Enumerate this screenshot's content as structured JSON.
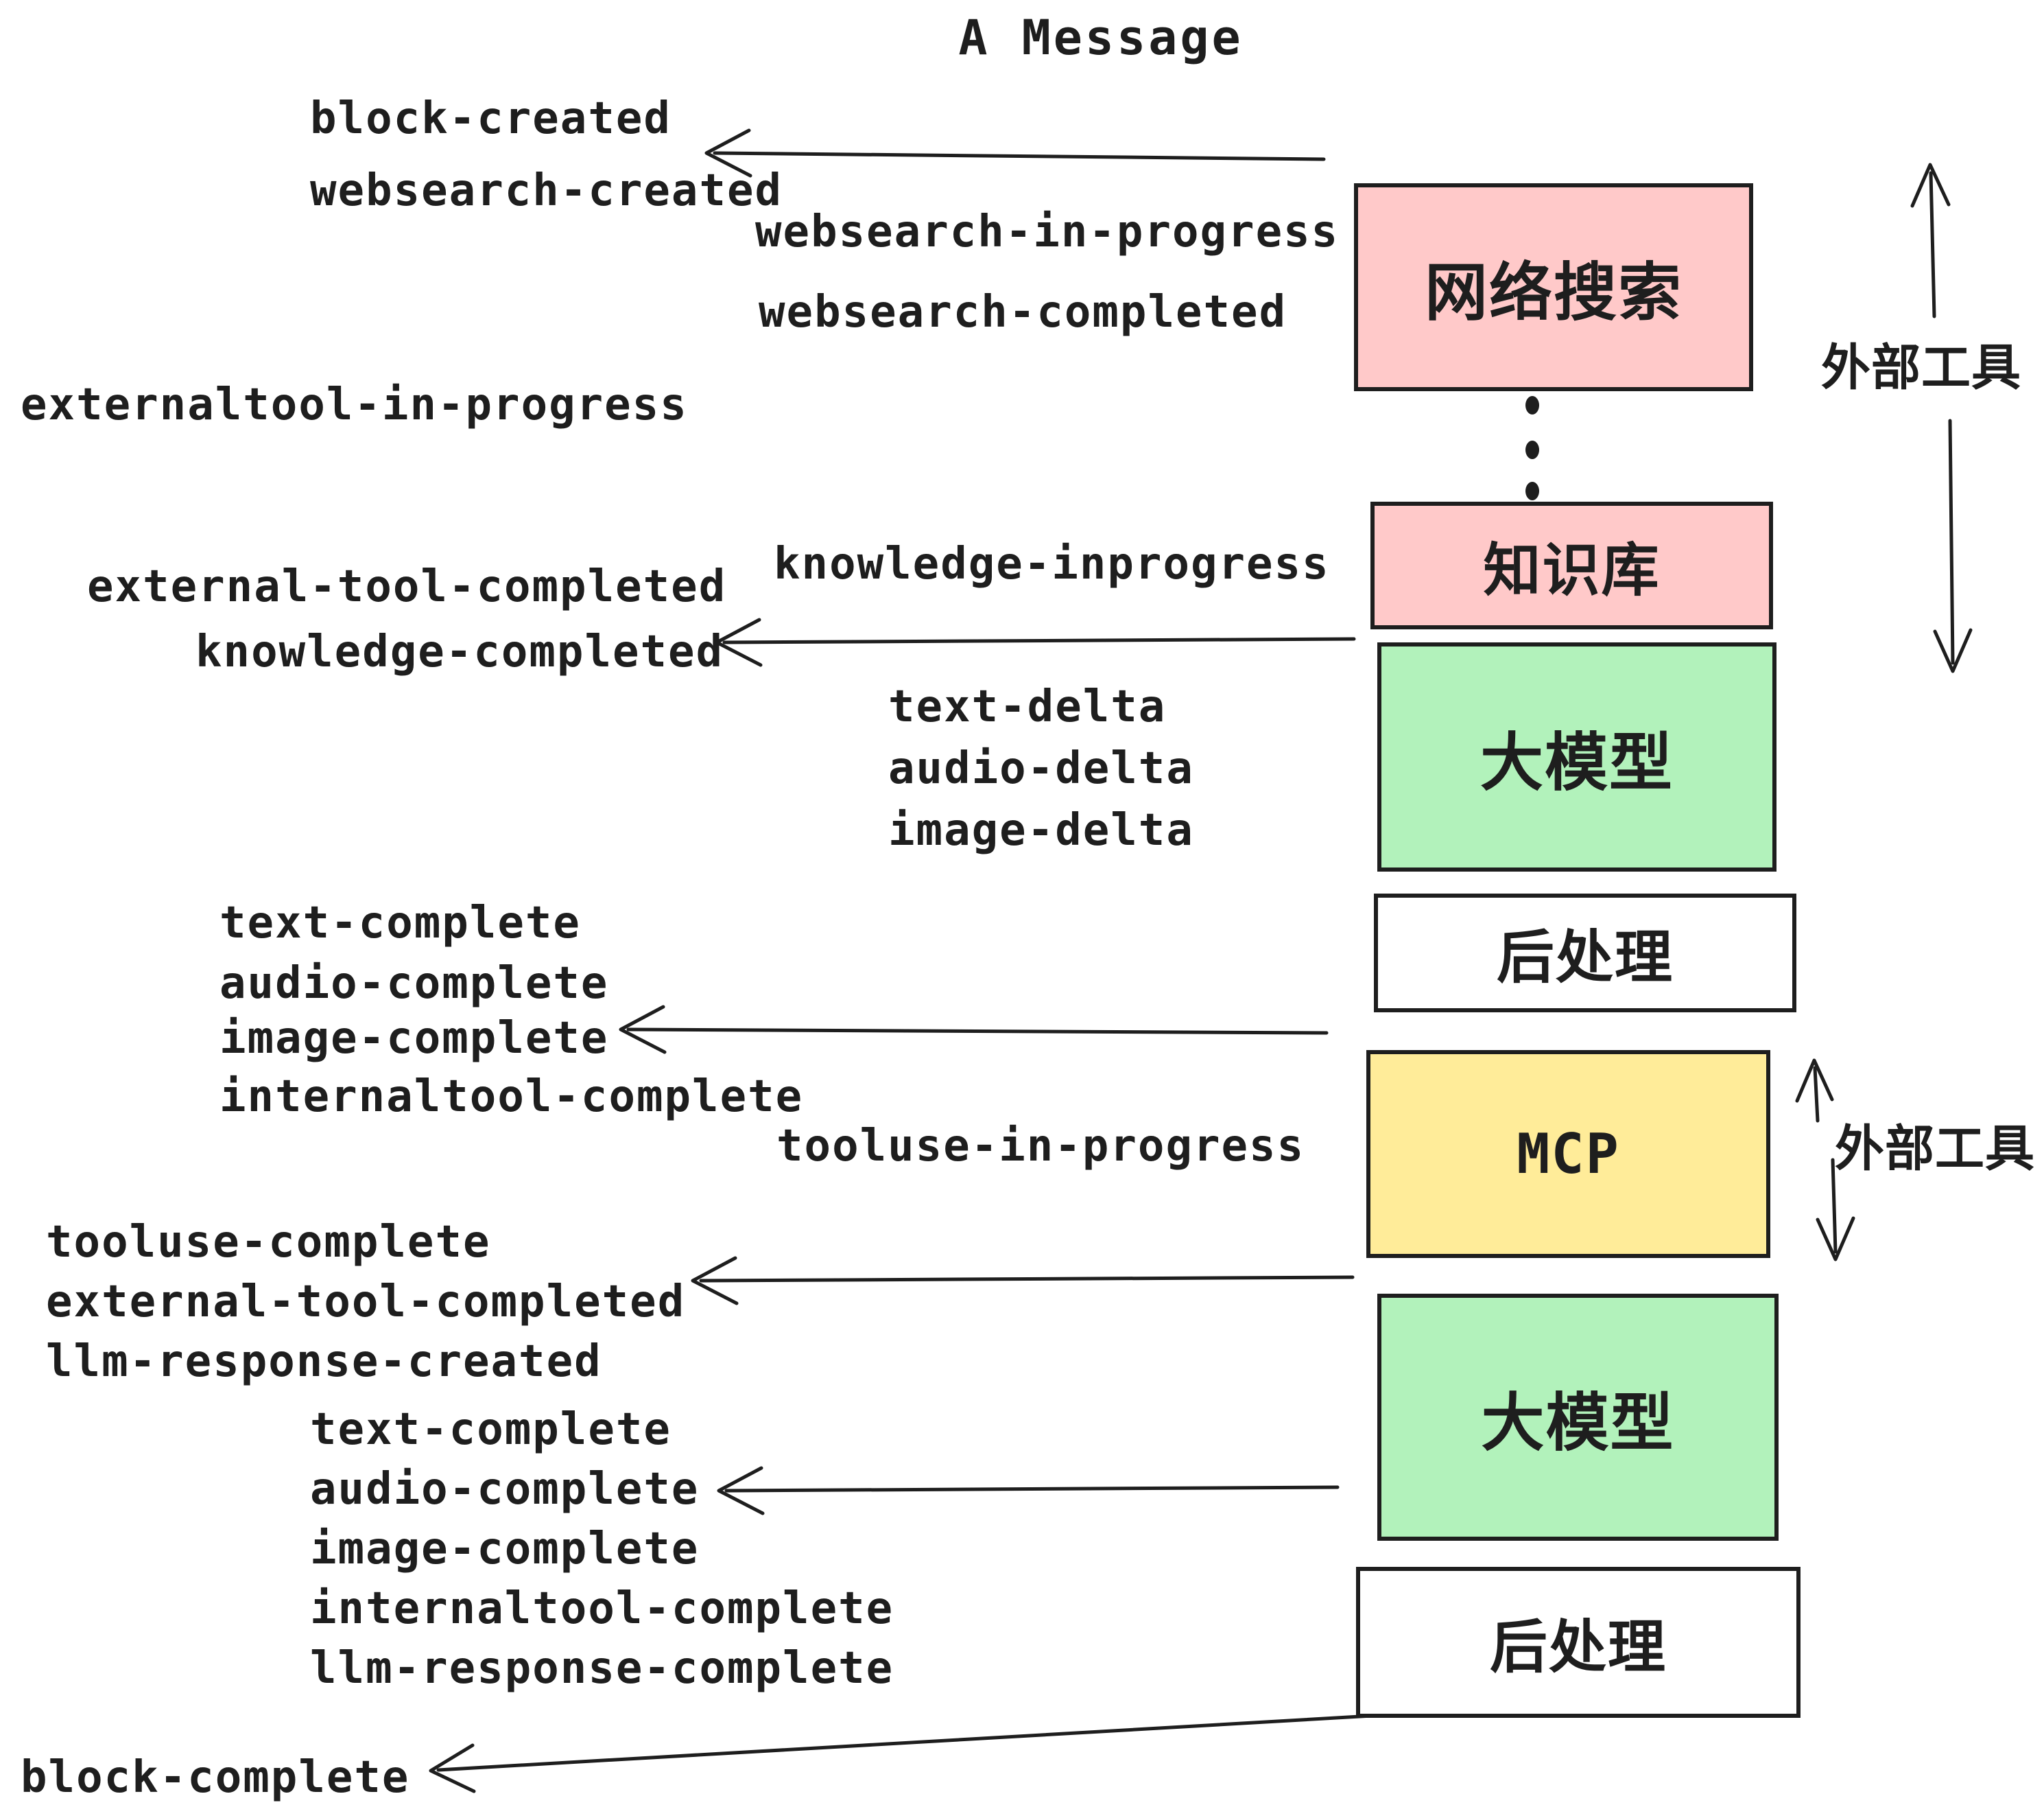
{
  "title": "A Message",
  "events": [
    {
      "text": "block-created"
    },
    {
      "text": "websearch-created"
    },
    {
      "text": "websearch-in-progress"
    },
    {
      "text": "websearch-completed"
    },
    {
      "text": "externaltool-in-progress"
    },
    {
      "text": "knowledge-inprogress"
    },
    {
      "text": "external-tool-completed"
    },
    {
      "text": "knowledge-completed"
    },
    {
      "text": "text-delta"
    },
    {
      "text": "audio-delta"
    },
    {
      "text": "image-delta"
    },
    {
      "text": "text-complete"
    },
    {
      "text": "audio-complete"
    },
    {
      "text": "image-complete"
    },
    {
      "text": "internaltool-complete"
    },
    {
      "text": "tooluse-in-progress"
    },
    {
      "text": "tooluse-complete"
    },
    {
      "text": "external-tool-completed"
    },
    {
      "text": "llm-response-created"
    },
    {
      "text": "text-complete"
    },
    {
      "text": "audio-complete"
    },
    {
      "text": "image-complete"
    },
    {
      "text": "internaltool-complete"
    },
    {
      "text": "llm-response-complete"
    },
    {
      "text": "block-complete"
    }
  ],
  "boxes": [
    {
      "label": "网络搜索"
    },
    {
      "label": "知识库"
    },
    {
      "label": "大模型"
    },
    {
      "label": "后处理"
    },
    {
      "label": "MCP"
    },
    {
      "label": "大模型"
    },
    {
      "label": "后处理"
    }
  ],
  "side_labels": {
    "external_tools_top": "外部工具",
    "external_tools_bottom": "外部工具"
  },
  "colors": {
    "pink": "#ffc9c9",
    "green": "#b2f2bb",
    "yellow": "#ffec99",
    "white": "#ffffff",
    "ink": "#1e1e1e"
  }
}
